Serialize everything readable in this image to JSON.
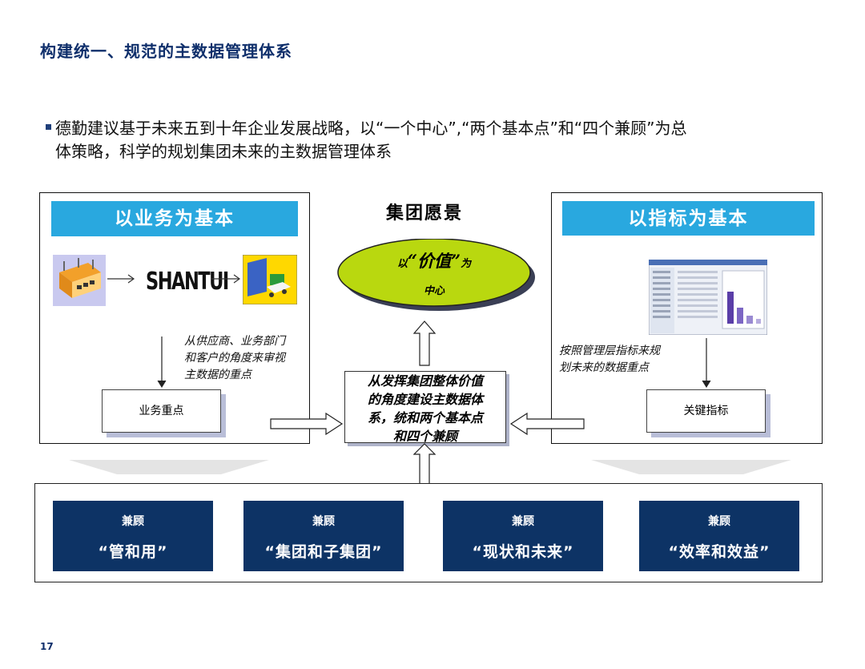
{
  "slide": {
    "title": "构建统一、规范的主数据管理体系",
    "bullet_line1": "德勤建议基于未来五到十年企业发展战略，以“一个中心”,“两个基本点”和“四个兼顾”为总",
    "bullet_line2": "体策略，科学的规划集团未来的主数据管理体系",
    "page_number": "17"
  },
  "left_panel": {
    "header": "以业务为基本",
    "logo_text": "SHANTUI",
    "note": [
      "从供应商、业务部门",
      "和客户的角度来审视",
      "主数据的重点"
    ],
    "box_label": "业务重点"
  },
  "right_panel": {
    "header": "以指标为基本",
    "note": [
      "按照管理层指标来规",
      "划未来的数据重点"
    ],
    "box_label": "关键指标"
  },
  "center": {
    "vision_title": "集团愿景",
    "ellipse_line1_prefix": "以",
    "ellipse_line1_main": "“价值”",
    "ellipse_line1_suffix": "为",
    "ellipse_line2": "中心",
    "box_lines": [
      "从发挥集团整体价值",
      "的角度建设主数据体",
      "系，统和两个基本点",
      "和四个兼顾"
    ]
  },
  "bottom": {
    "items": [
      {
        "top": "兼顾",
        "main": "“管和用”"
      },
      {
        "top": "兼顾",
        "main": "“集团和子集团”"
      },
      {
        "top": "兼顾",
        "main": "“现状和未来”"
      },
      {
        "top": "兼顾",
        "main": "“效率和效益”"
      }
    ]
  },
  "colors": {
    "title": "#0f2f6b",
    "blue_bar": "#29a8df",
    "navy": "#0d3365",
    "ellipse": "#b9d80f"
  }
}
